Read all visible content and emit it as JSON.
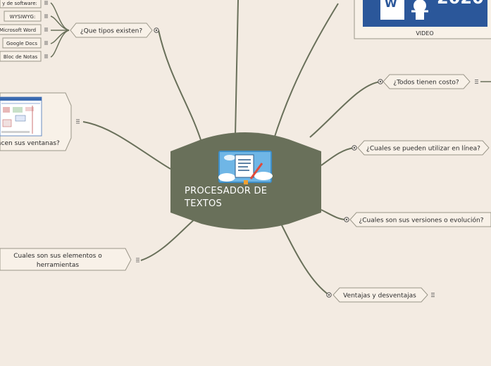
{
  "central": {
    "title_line1": "PROCESADOR DE",
    "title_line2": "TEXTOS",
    "fill": "#69705a",
    "image_icon": "word-processor-illustration"
  },
  "nodes": {
    "tipos": "¿Que tipos existen?",
    "tipos_children": [
      "y de software:",
      "WYSIWYG:",
      "Microsoft Word",
      "Google Docs",
      "Bloc de Notas"
    ],
    "ventanas": "acen sus ventanas?",
    "elementos_line1": "Cuales son sus elementos o",
    "elementos_line2": "herramientas",
    "costo": "¿Todos tienen costo?",
    "linea": "¿Cuales se pueden utilizar en línea?",
    "versiones": "¿Cuales son sus versiones o evolución?",
    "ventajas": "Ventajas y desventajas",
    "video": "VIDEO",
    "video_logo_text": "2020"
  },
  "colors": {
    "background": "#f3ebe2",
    "node_fill": "#f8f1e8",
    "node_stroke": "#9a9688",
    "connector": "#69705a",
    "word_blue": "#2b579a"
  }
}
